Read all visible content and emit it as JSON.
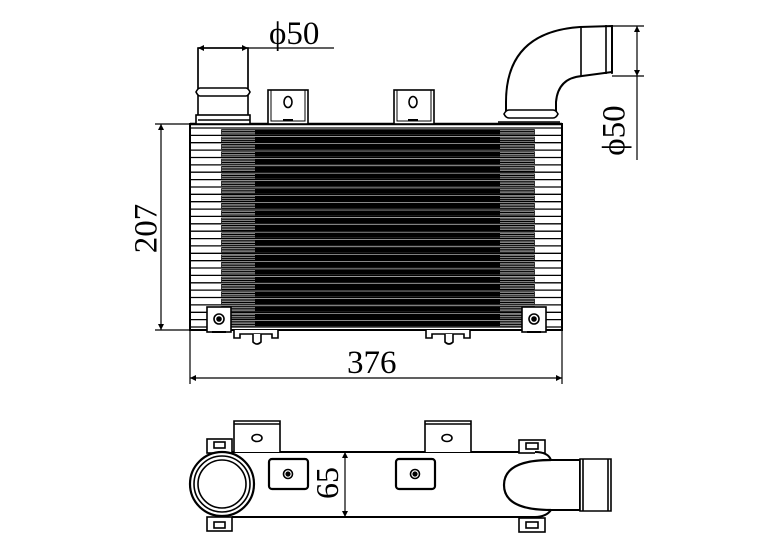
{
  "drawing": {
    "subject": "intercooler technical drawing",
    "views": [
      "front-view",
      "top-view"
    ],
    "colors": {
      "line": "#000000",
      "background": "#ffffff"
    }
  },
  "dimensions": {
    "inlet_diameter": "ϕ50",
    "outlet_diameter": "ϕ50",
    "core_height": "207",
    "overall_width": "376",
    "depth": "65"
  }
}
